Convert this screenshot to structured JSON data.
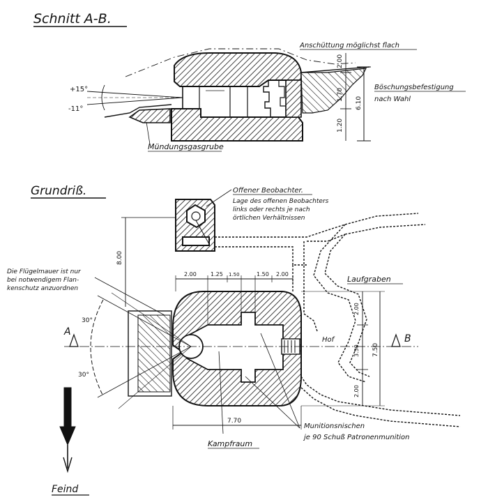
{
  "section": {
    "title": "Schnitt A-B.",
    "label_cover": "Anschüttung möglichst flach",
    "label_slope_1": "Böschungsbefestigung",
    "label_slope_2": "nach Wahl",
    "label_muzzle": "Mündungsgasgrube",
    "angle_up": "+15°",
    "angle_down": "-11°",
    "dim_top": "2.00",
    "dim_mid": "1.70",
    "dim_low": "1.20",
    "dim_total": "6.10"
  },
  "plan": {
    "title": "Grundriß.",
    "obs_1": "Offener Beobachter.",
    "obs_2": "Lage des offenen Beobachters",
    "obs_3": "links oder rechts je nach",
    "obs_4": "örtlichen Verhältnissen",
    "wing_1": "Die Flügelmauer ist nur",
    "wing_2": "bei notwendigem Flan-",
    "wing_3": "kenschutz anzuordnen",
    "label_trench": "Laufgraben",
    "label_yard": "Hof",
    "label_room": "Kampfraum",
    "niche_1": "Munitionsnischen",
    "niche_2": "je 90 Schuß Patronenmunition",
    "label_enemy": "Feind",
    "marker_a": "A",
    "marker_b": "B",
    "angle_left_1": "30°",
    "angle_left_2": "30°",
    "dim_obs": "8.00",
    "dim_a": "2.00",
    "dim_b": "1.25",
    "dim_c": "1.50",
    "dim_d": "1.50",
    "dim_e": "2.00",
    "dim_r1": "2.00",
    "dim_r2": "3.50",
    "dim_r3": "2.00",
    "dim_r_total": "7.50",
    "dim_bottom": "7.70"
  }
}
